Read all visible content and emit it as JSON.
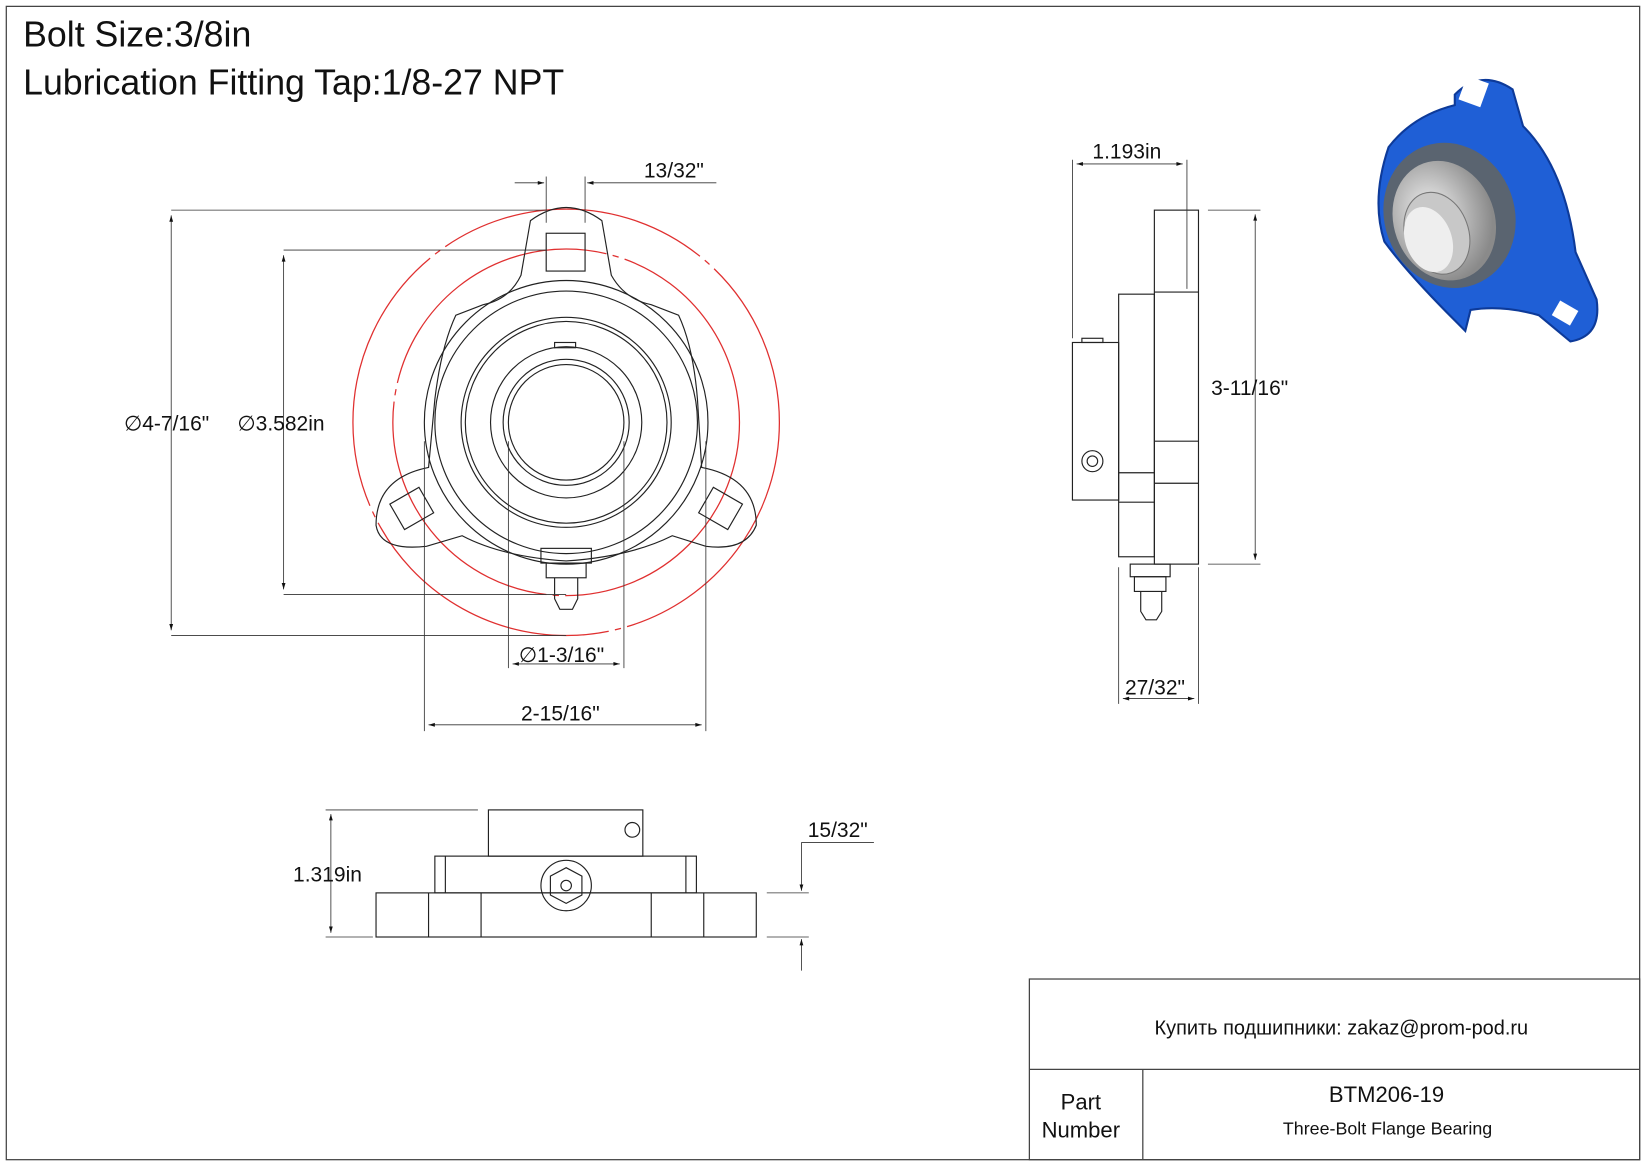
{
  "header": {
    "bolt_size": "Bolt Size:3/8in",
    "lubrication": "Lubrication Fitting Tap:1/8-27 NPT"
  },
  "front_view": {
    "dim_bolt_width": "13/32\"",
    "dim_outer_dia": "∅4-7/16\"",
    "dim_bolt_circle": "∅3.582in",
    "dim_bore": "∅1-3/16\"",
    "dim_width": "2-15/16\""
  },
  "side_view": {
    "dim_depth": "1.193in",
    "dim_height": "3-11/16\"",
    "dim_flange": "27/32\""
  },
  "bottom_view": {
    "dim_total_height": "1.319in",
    "dim_flange_thickness": "15/32\""
  },
  "title_block": {
    "contact": "Купить подшипники: zakaz@prom-pod.ru",
    "part_label_1": "Part",
    "part_label_2": "Number",
    "part_number": "BTM206-19",
    "description": "Three-Bolt Flange Bearing"
  },
  "colors": {
    "accent_red": "#e03030",
    "bearing_blue": "#1f5fd6"
  }
}
